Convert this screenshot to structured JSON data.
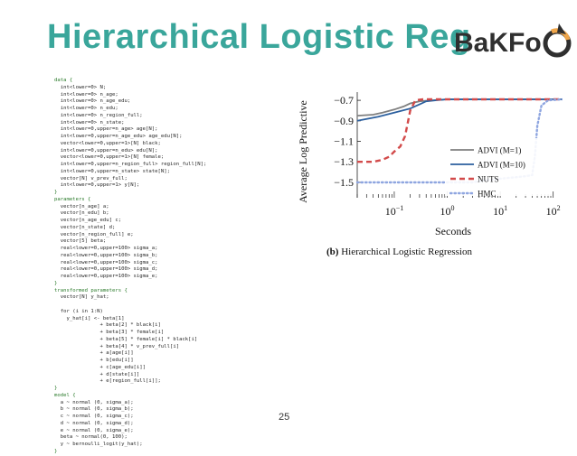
{
  "slide": {
    "title": "Hierarchical Logistic Reg",
    "logo_text": "BaKFo",
    "page_number": "25",
    "colors": {
      "title": "#3aa69b",
      "logo_dark": "#2f2f2f",
      "logo_accent": "#f0a64a"
    }
  },
  "code_lines": [
    {
      "kind": "kw",
      "text": "data {"
    },
    {
      "kind": "plain",
      "text": "  int<lower=0> N;"
    },
    {
      "kind": "plain",
      "text": "  int<lower=0> n_age;"
    },
    {
      "kind": "plain",
      "text": "  int<lower=0> n_age_edu;"
    },
    {
      "kind": "plain",
      "text": "  int<lower=0> n_edu;"
    },
    {
      "kind": "plain",
      "text": "  int<lower=0> n_region_full;"
    },
    {
      "kind": "plain",
      "text": "  int<lower=0> n_state;"
    },
    {
      "kind": "plain",
      "text": "  int<lower=0,upper=n_age> age[N];"
    },
    {
      "kind": "plain",
      "text": "  int<lower=0,upper=n_age_edu> age_edu[N];"
    },
    {
      "kind": "plain",
      "text": "  vector<lower=0,upper=1>[N] black;"
    },
    {
      "kind": "plain",
      "text": "  int<lower=0,upper=n_edu> edu[N];"
    },
    {
      "kind": "plain",
      "text": "  vector<lower=0,upper=1>[N] female;"
    },
    {
      "kind": "plain",
      "text": "  int<lower=0,upper=n_region_full> region_full[N];"
    },
    {
      "kind": "plain",
      "text": "  int<lower=0,upper=n_state> state[N];"
    },
    {
      "kind": "plain",
      "text": "  vector[N] v_prev_full;"
    },
    {
      "kind": "plain",
      "text": "  int<lower=0,upper=1> y[N];"
    },
    {
      "kind": "kw",
      "text": "}"
    },
    {
      "kind": "kw",
      "text": "parameters {"
    },
    {
      "kind": "plain",
      "text": "  vector[n_age] a;"
    },
    {
      "kind": "plain",
      "text": "  vector[n_edu] b;"
    },
    {
      "kind": "plain",
      "text": "  vector[n_age_edu] c;"
    },
    {
      "kind": "plain",
      "text": "  vector[n_state] d;"
    },
    {
      "kind": "plain",
      "text": "  vector[n_region_full] e;"
    },
    {
      "kind": "plain",
      "text": "  vector[5] beta;"
    },
    {
      "kind": "plain",
      "text": "  real<lower=0,upper=100> sigma_a;"
    },
    {
      "kind": "plain",
      "text": "  real<lower=0,upper=100> sigma_b;"
    },
    {
      "kind": "plain",
      "text": "  real<lower=0,upper=100> sigma_c;"
    },
    {
      "kind": "plain",
      "text": "  real<lower=0,upper=100> sigma_d;"
    },
    {
      "kind": "plain",
      "text": "  real<lower=0,upper=100> sigma_e;"
    },
    {
      "kind": "kw",
      "text": "}"
    },
    {
      "kind": "kw",
      "text": "transformed parameters {"
    },
    {
      "kind": "plain",
      "text": "  vector[N] y_hat;"
    },
    {
      "kind": "plain",
      "text": ""
    },
    {
      "kind": "plain",
      "text": "  for (i in 1:N)"
    },
    {
      "kind": "plain",
      "text": "    y_hat[i] <- beta[1]"
    },
    {
      "kind": "plain",
      "text": "               + beta[2] * black[i]"
    },
    {
      "kind": "plain",
      "text": "               + beta[3] * female[i]"
    },
    {
      "kind": "plain",
      "text": "               + beta[5] * female[i] * black[i]"
    },
    {
      "kind": "plain",
      "text": "               + beta[4] * v_prev_full[i]"
    },
    {
      "kind": "plain",
      "text": "               + a[age[i]]"
    },
    {
      "kind": "plain",
      "text": "               + b[edu[i]]"
    },
    {
      "kind": "plain",
      "text": "               + c[age_edu[i]]"
    },
    {
      "kind": "plain",
      "text": "               + d[state[i]]"
    },
    {
      "kind": "plain",
      "text": "               + e[region_full[i]];"
    },
    {
      "kind": "kw",
      "text": "}"
    },
    {
      "kind": "kw",
      "text": "model {"
    },
    {
      "kind": "plain",
      "text": "  a ~ normal (0, sigma_a);"
    },
    {
      "kind": "plain",
      "text": "  b ~ normal (0, sigma_b);"
    },
    {
      "kind": "plain",
      "text": "  c ~ normal (0, sigma_c);"
    },
    {
      "kind": "plain",
      "text": "  d ~ normal (0, sigma_d);"
    },
    {
      "kind": "plain",
      "text": "  e ~ normal (0, sigma_e);"
    },
    {
      "kind": "plain",
      "text": "  beta ~ normal(0, 100);"
    },
    {
      "kind": "plain",
      "text": "  y ~ bernoulli_logit(y_hat);"
    },
    {
      "kind": "kw",
      "text": "}"
    }
  ],
  "chart_data": {
    "type": "line",
    "ylabel": "Average Log Predictive",
    "xlabel": "Seconds",
    "x_scale": "log",
    "xlim": [
      0.02,
      150
    ],
    "ylim": [
      -1.65,
      -0.62
    ],
    "yticks": [
      -0.7,
      -0.9,
      -1.1,
      -1.3,
      -1.5
    ],
    "ytick_labels": [
      "−0.7",
      "−0.9",
      "−1.1",
      "−1.3",
      "−1.5"
    ],
    "xticks": [
      0.1,
      1,
      10,
      100
    ],
    "xtick_labels": [
      "10−1",
      "100",
      "101",
      "102"
    ],
    "xtick_base": "10",
    "xtick_exponents": [
      "−1",
      "0",
      "1",
      "2"
    ],
    "grid": false,
    "legend_position": "lower-right",
    "caption_label": "(b)",
    "caption_text": "Hierarchical Logistic Regression",
    "series": [
      {
        "name": "ADVI (M=1)",
        "color": "#7f7f7f",
        "style": "solid",
        "x": [
          0.02,
          0.04,
          0.06,
          0.1,
          0.15,
          0.2,
          0.3,
          0.5,
          1,
          2,
          10,
          150
        ],
        "y": [
          -0.85,
          -0.84,
          -0.82,
          -0.79,
          -0.76,
          -0.73,
          -0.71,
          -0.7,
          -0.69,
          -0.69,
          -0.69,
          -0.69
        ]
      },
      {
        "name": "ADVI (M=10)",
        "color": "#2b5f9e",
        "style": "solid",
        "x": [
          0.02,
          0.05,
          0.1,
          0.2,
          0.3,
          0.4,
          0.6,
          1,
          10,
          150
        ],
        "y": [
          -0.9,
          -0.86,
          -0.82,
          -0.78,
          -0.74,
          -0.71,
          -0.7,
          -0.69,
          -0.69,
          -0.69
        ]
      },
      {
        "name": "NUTS",
        "color": "#d24a4a",
        "style": "dashed",
        "x": [
          0.02,
          0.04,
          0.06,
          0.08,
          0.1,
          0.13,
          0.16,
          0.2,
          0.25,
          0.35,
          0.5,
          1,
          10,
          150
        ],
        "y": [
          -1.3,
          -1.3,
          -1.28,
          -1.25,
          -1.2,
          -1.15,
          -1.05,
          -0.8,
          -0.7,
          -0.69,
          -0.69,
          -0.69,
          -0.69,
          -0.69
        ]
      },
      {
        "name": "HMC",
        "color": "#8fa6e0",
        "style": "dotted",
        "x": [
          0.02,
          2,
          3,
          5,
          8,
          12,
          20,
          30,
          40,
          45,
          50,
          60,
          80,
          150
        ],
        "y": [
          -1.5,
          -1.5,
          -1.5,
          -1.48,
          -1.47,
          -1.46,
          -1.45,
          -1.44,
          -1.43,
          -1.25,
          -0.95,
          -0.75,
          -0.7,
          -0.69
        ]
      }
    ]
  }
}
